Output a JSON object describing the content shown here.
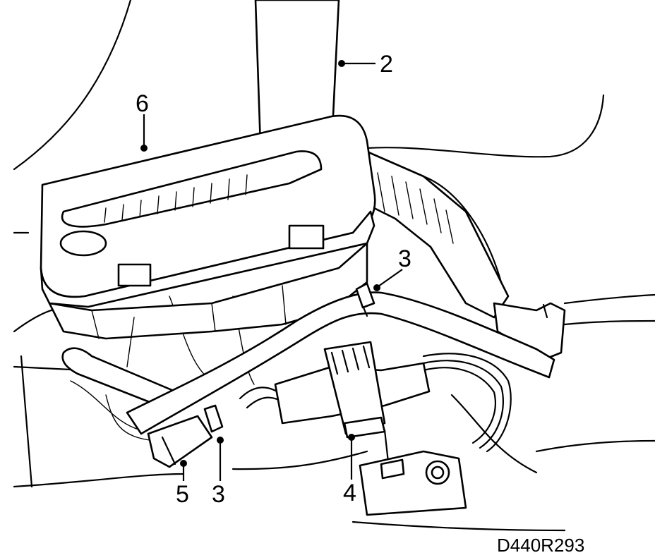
{
  "diagram": {
    "callouts": [
      {
        "id": "2",
        "label": "2"
      },
      {
        "id": "6",
        "label": "6"
      },
      {
        "id": "3a",
        "label": "3"
      },
      {
        "id": "3b",
        "label": "3"
      },
      {
        "id": "4",
        "label": "4"
      },
      {
        "id": "5",
        "label": "5"
      }
    ],
    "reference_code": "D440R293",
    "colors": {
      "ink": "#000000",
      "paper": "#ffffff"
    }
  }
}
